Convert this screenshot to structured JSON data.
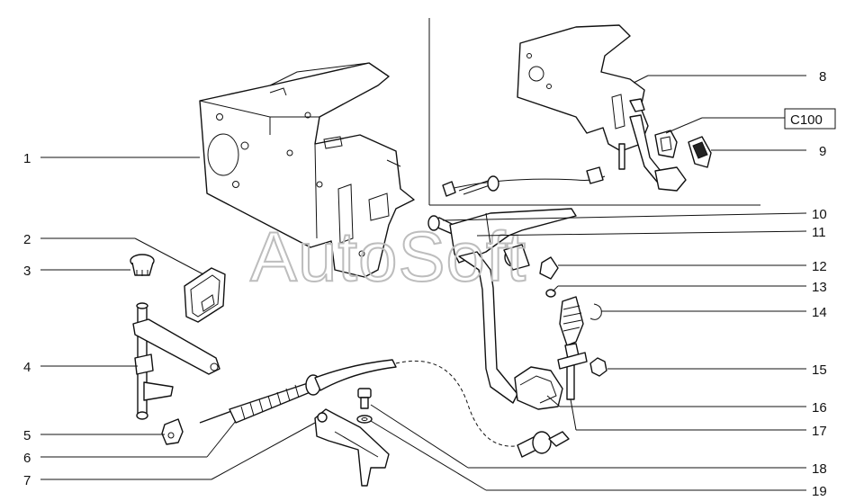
{
  "watermark": "AutoSoft",
  "callouts": {
    "c1": "1",
    "c2": "2",
    "c3": "3",
    "c4": "4",
    "c5": "5",
    "c6": "6",
    "c7": "7",
    "c8": "8",
    "c9": "9",
    "c10": "10",
    "c11": "11",
    "c12": "12",
    "c13": "13",
    "c14": "14",
    "c15": "15",
    "c16": "16",
    "c17": "17",
    "c18": "18",
    "c19": "19"
  },
  "boxed_label": "C100"
}
